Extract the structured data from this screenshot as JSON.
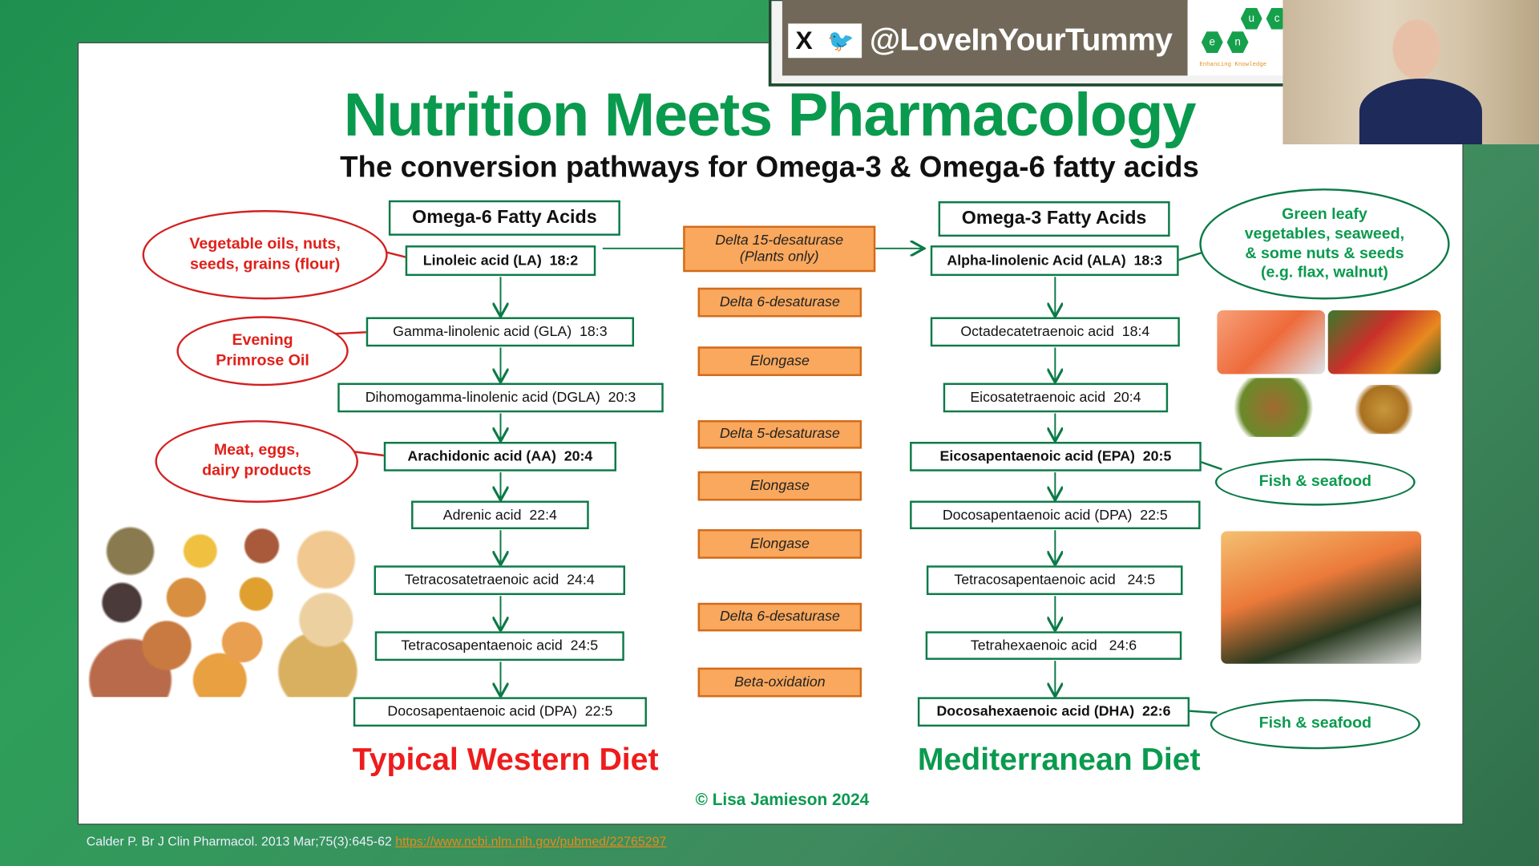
{
  "banner": {
    "social_x": "X",
    "social_bird": "🐦",
    "handle": "@LoveInYourTummy",
    "logo_letters": [
      "e",
      "n",
      "u",
      "c"
    ],
    "logo_tagline": "Enhancing Knowledge"
  },
  "slide": {
    "title": "Nutrition Meets Pharmacology",
    "subtitle": "The conversion pathways for Omega-3 & Omega-6 fatty acids",
    "omega6": {
      "header": "Omega-6 Fatty Acids",
      "steps": [
        "Linoleic acid (LA)  18:2",
        "Gamma-linolenic acid (GLA)  18:3",
        "Dihomogamma-linolenic acid (DGLA)  20:3",
        "Arachidonic acid (AA)  20:4",
        "Adrenic acid  22:4",
        "Tetracosatetraenoic acid  24:4",
        "Tetracosapentaenoic acid  24:5",
        "Docosapentaenoic acid (DPA)  22:5"
      ]
    },
    "omega3": {
      "header": "Omega-3 Fatty Acids",
      "steps": [
        "Alpha-linolenic Acid (ALA)  18:3",
        "Octadecatetraenoic acid  18:4",
        "Eicosatetraenoic acid  20:4",
        "Eicosapentaenoic acid (EPA)  20:5",
        "Docosapentaenoic acid (DPA)  22:5",
        "Tetracosapentaenoic acid   24:5",
        "Tetrahexaenoic acid   24:6",
        "Docosahexaenoic acid (DHA)  22:6"
      ]
    },
    "enzymes": {
      "delta15": "Delta 15-desaturase",
      "delta15_note": "(Plants only)",
      "list": [
        "Delta 6-desaturase",
        "Elongase",
        "Delta 5-desaturase",
        "Elongase",
        "Elongase",
        "Delta 6-desaturase",
        "Beta-oxidation"
      ]
    },
    "sources_left": [
      "Vegetable oils, nuts, seeds, grains (flour)",
      "Evening Primrose Oil",
      "Meat, eggs, dairy products"
    ],
    "sources_right": [
      "Green leafy vegetables, seaweed, & some nuts & seeds (e.g. flax, walnut)",
      "Fish & seafood",
      "Fish & seafood"
    ],
    "western": "Typical Western Diet",
    "mediterranean": "Mediterranean Diet",
    "copyright": "© Lisa Jamieson 2024",
    "colors": {
      "green": "#0a9a4e",
      "red": "#ee1c1c",
      "enzyme": "#f9a85d"
    }
  },
  "citation": {
    "text": "Calder P. Br J Clin Pharmacol. 2013 Mar;75(3):645-62",
    "link": "https://www.ncbi.nlm.nih.gov/pubmed/22765297"
  }
}
